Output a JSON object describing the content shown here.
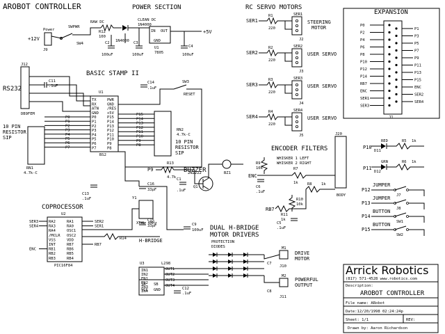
{
  "title": "AROBOT CONTROLLER",
  "sections": {
    "power": "POWER SECTION",
    "servo": "RC SERVO MOTORS",
    "expansion": "EXPANSION",
    "stamp": "BASIC STAMP II",
    "buzzer": "BUZZER",
    "encoder": "ENCODER FILTERS",
    "coprocessor": "COPROCESSOR",
    "hbridge": "DUAL H-BRIDGE",
    "hbridge2": "MOTOR DRIVERS",
    "rs232": "RS232"
  },
  "power": {
    "input": "+12V",
    "j9": "J9",
    "power_lbl": "Power",
    "sw_lbl": "SWPWR",
    "sw1": "SW4",
    "raw_dc": "RAW DC",
    "clean_dc": "CLEAN DC",
    "r12": "R12",
    "r12v": "100",
    "d1": "1N4000",
    "d2": "1N4000",
    "c2": "C2",
    "c2v": "100uF",
    "c3": "C3",
    "c3v": "100uF",
    "c4": "C4",
    "c4v": "100uF",
    "u1": "U1",
    "u1v": "7805",
    "in": "IN",
    "out": "OUT",
    "gnd": "GND",
    "plus5": "+5V"
  },
  "servos": [
    {
      "ser": "SER1",
      "r": "R1",
      "rv": "220",
      "j": "J2",
      "label": "STEERING",
      "label2": "MOTOR"
    },
    {
      "ser": "SER2",
      "r": "R2",
      "rv": "220",
      "j": "J3",
      "label": "USER SERVO",
      "label2": ""
    },
    {
      "ser": "SER3",
      "r": "R3",
      "rv": "220",
      "j": "J4",
      "label": "USER SERVO",
      "label2": ""
    },
    {
      "ser": "SER4",
      "r": "R4",
      "rv": "220",
      "j": "J5",
      "label": "USER SERVO",
      "label2": ""
    }
  ],
  "expansion": {
    "j1": "J1",
    "left": [
      "P0",
      "P2",
      "P4",
      "P6",
      "P8",
      "P10",
      "P12",
      "P14",
      "RB7",
      "ENC",
      "SER1",
      "SER3"
    ],
    "right": [
      "P1",
      "P3",
      "P5",
      "P7",
      "P9",
      "P11",
      "P13",
      "P15",
      "ENC",
      "SER2",
      "SER4"
    ]
  },
  "stamp": {
    "u": "U1",
    "part": "BS2",
    "j12": "J12",
    "db9": "DB9FEM",
    "rn1": "RN1",
    "rn1v": "4.7k-C",
    "rn2": "RN2",
    "rn2v": "4.7k-C",
    "sip1": "10 PIN",
    "sip1b": "RESISTOR",
    "sip1c": "SIP",
    "sip2": "10 PIN",
    "sip2b": "RESISTOR",
    "sip2c": "SIP",
    "c14": "C14",
    "c14v": ".1uF",
    "c11": "C11",
    "c11v": ".1uF",
    "sw3": "SW3",
    "reset": "RESET",
    "left_pins": [
      "TX",
      "RX",
      "ATN",
      "GND",
      "P0",
      "P1",
      "P2",
      "P3",
      "P4",
      "P5",
      "P6",
      "P7"
    ],
    "right_pins": [
      "PWR",
      "GND",
      "/RES",
      "+5V",
      "P15",
      "P14",
      "P13",
      "P12",
      "P11",
      "P10",
      "P9",
      "P8"
    ],
    "ports_left": [
      "P0",
      "P1",
      "P2",
      "P3",
      "P4",
      "P5",
      "P6",
      "P7"
    ],
    "ports_right": [
      "P15",
      "P14",
      "P13",
      "P12",
      "P11",
      "P10",
      "P9",
      "P8"
    ]
  },
  "buzzer": {
    "q": "Q1",
    "qv": "2N2222",
    "r": "R13",
    "rv": "4.7k",
    "p": "P9",
    "c": "C1",
    "cv": ".1uF",
    "bz": "BZ1"
  },
  "encoder": {
    "j20": "J20",
    "w1": "WHISKER 1 LEFT",
    "w2": "WHISKER 2 RIGHT",
    "r9": "R9",
    "r9v": "10k",
    "enc": "ENC",
    "c6": "C6",
    "c6v": ".1uF",
    "r7": "R7",
    "r7v": "1k",
    "body": "BODY",
    "r8": "R8",
    "r8v": "1k",
    "r10": "R10",
    "r10v": "10k",
    "r11": "R11",
    "r11v": "1k",
    "c5": "C5",
    "c5v": ".1uF",
    "rb7": "RB7"
  },
  "leds": {
    "p10": "P10",
    "p11": "P11",
    "red": "RED",
    "grn": "GRN",
    "d11": "D11",
    "d12": "D12",
    "r5": "R5",
    "r6": "R6",
    "rv": "1k"
  },
  "switches": [
    {
      "label": "JUMPER",
      "p": "P12",
      "j": "J7"
    },
    {
      "label": "JUMPER",
      "p": "P13",
      "j": "J8"
    },
    {
      "label": "BUTTON",
      "p": "P14",
      "j": "SW1"
    },
    {
      "label": "BUTTON",
      "p": "P15",
      "j": "SW2"
    }
  ],
  "cop": {
    "u": "U2",
    "part": "PIC16F84",
    "left_nets": [
      "SER3",
      "SER4",
      "",
      "",
      "",
      "",
      "ENC",
      "",
      ""
    ],
    "left_pins": [
      "RA2",
      "RA3",
      "RA4",
      "/MCLR",
      "VSS",
      "INT",
      "RB1",
      "RB2",
      "RB3"
    ],
    "right_pins": [
      "RA1",
      "RA0",
      "OSC1",
      "OSC2",
      "VDD",
      "RB7",
      "RB6",
      "RB5",
      "RB4"
    ],
    "right_nets": [
      "SER2",
      "SER1",
      "",
      "",
      "",
      "RB7",
      "",
      "",
      ""
    ],
    "y1": "Y1",
    "xtal": "XTAL 4MHz",
    "c16": "C16",
    "c16v": "33pF",
    "c15": "C15",
    "c15v": "33pF",
    "r14": "R14",
    "c13": "C13",
    "c13v": ".1uF",
    "c9": "C9",
    "c9v": "100uF"
  },
  "hbridge": {
    "u": "U3",
    "part": "L298",
    "label": "H-BRIDGE",
    "diodes": "PROTECTION",
    "diodes2": "DIODES",
    "m1": "M1",
    "m2": "M2",
    "drive": "DRIVE",
    "drive2": "MOTOR",
    "pow": "POWERFUL",
    "pow2": "OUTPUT",
    "j10": "J10",
    "j11": "J11",
    "c7": "C7",
    "c8": "C8",
    "c12": "C12",
    "c12v": ".1uF",
    "pins": [
      "IN1",
      "IN2",
      "EN1",
      "EN2",
      "IN3",
      "IN4",
      "SA",
      "SB",
      "VCC",
      "GND"
    ],
    "outs": [
      "OUT1",
      "OUT2",
      "OUT3",
      "OUT4"
    ]
  },
  "titleblock": {
    "company": "Arrick Robotics",
    "contact": "(817) 571-4528    www.robotics.com",
    "desc_label": "Description:",
    "desc": "AROBOT CONTROLLER",
    "file": "File name: ARobot",
    "date": "Date:12/20/1998 02:24:24p",
    "sheet": "Sheet: 1/1",
    "rev": "REV:",
    "drawn": "Drawn by: Aaron Richardson"
  }
}
